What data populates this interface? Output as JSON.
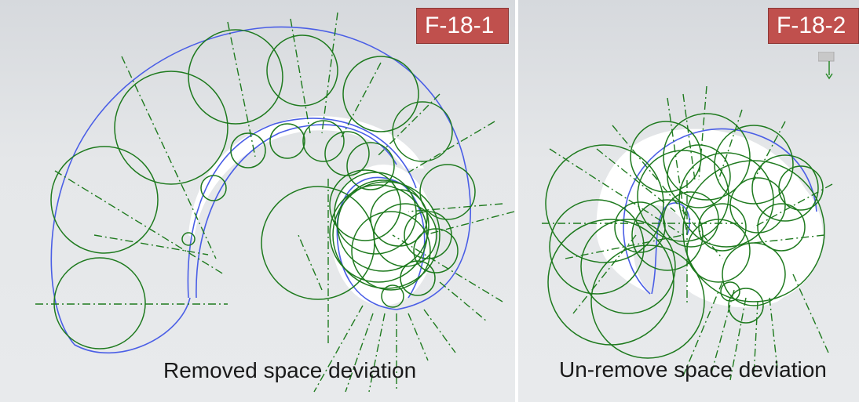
{
  "left_panel": {
    "badge": "F-18-1",
    "caption": "Removed space deviation"
  },
  "right_panel": {
    "badge": "F-18-2",
    "caption": "Un-remove space deviation"
  },
  "colors": {
    "circle_stroke": "#1e7a1e",
    "boundary_stroke": "#4a5ee6",
    "badge_fill": "#c0504d"
  }
}
